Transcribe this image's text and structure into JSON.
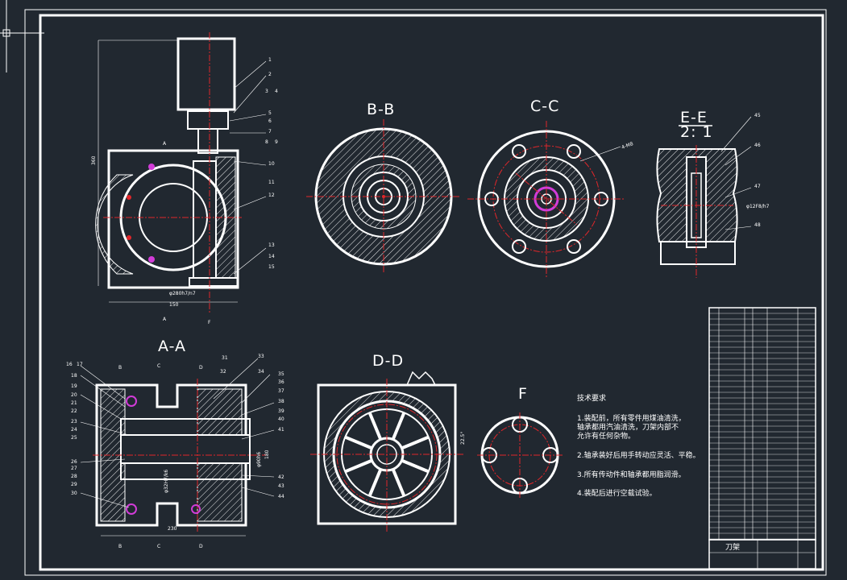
{
  "drawing": {
    "views": {
      "bb": "B-B",
      "cc": "C-C",
      "ee_title": "E-E",
      "ee_scale": "2: 1",
      "aa": "A-A",
      "dd": "D-D",
      "f": "F"
    },
    "part_numbers_main": [
      "1",
      "2",
      "3",
      "4",
      "5",
      "6",
      "7",
      "8",
      "9",
      "10",
      "11",
      "12",
      "13",
      "14",
      "15"
    ],
    "part_numbers_ee": [
      "45",
      "46",
      "47",
      "48"
    ],
    "part_numbers_aa_left": [
      "16",
      "17",
      "18",
      "19",
      "20",
      "21",
      "22",
      "23",
      "24",
      "25",
      "26",
      "27",
      "28",
      "29",
      "30"
    ],
    "part_numbers_aa_right": [
      "31",
      "32",
      "33",
      "34",
      "35",
      "36",
      "37",
      "38",
      "39",
      "40",
      "41",
      "42",
      "43",
      "44"
    ],
    "section_marks": {
      "a": "A",
      "b": "B",
      "c": "C",
      "d": "D",
      "f": "F"
    },
    "tech_requirements": {
      "title": "技术要求",
      "items": [
        "1.装配前，所有零件用煤油清洗，",
        "轴承都用汽油清洗，刀架内部不",
        "允许有任何杂物。",
        "2.轴承装好后用手转动应灵活、平稳。",
        "3.所有传动件和轴承都用脂润滑。",
        "4.装配后进行空载试验。"
      ]
    },
    "title_block": {
      "name": "刀架"
    },
    "colors": {
      "background": "#212830",
      "line": "#ffffff",
      "centerline": "#e0262a",
      "highlight": "#d23cd8"
    }
  }
}
